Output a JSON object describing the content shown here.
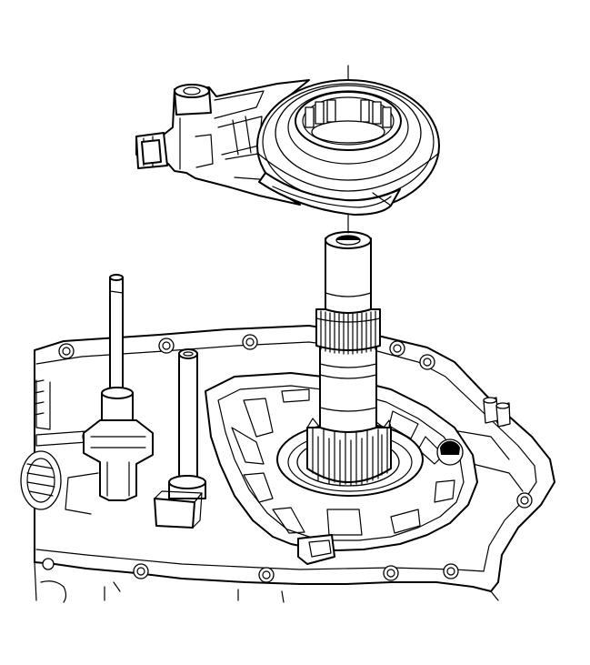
{
  "figure": {
    "colors": {
      "line": "#000000",
      "background": "#ffffff"
    },
    "parts": [
      "shift-fork-with-bearing",
      "alignment-line",
      "output-shaft",
      "splined-gear",
      "transaxle-case",
      "shift-rail-left",
      "shift-rail-right",
      "shift-lug"
    ]
  }
}
